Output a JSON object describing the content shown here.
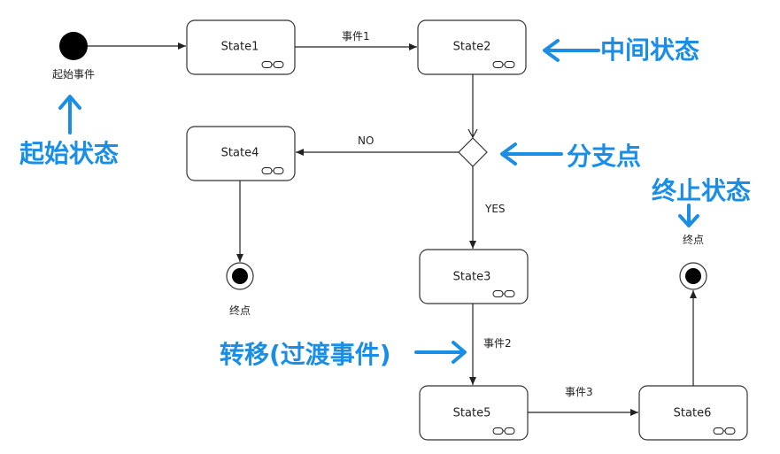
{
  "states": {
    "state1": "State1",
    "state2": "State2",
    "state3": "State3",
    "state4": "State4",
    "state5": "State5",
    "state6": "State6"
  },
  "edges": {
    "event1": "事件1",
    "event2": "事件2",
    "event3": "事件3",
    "no": "NO",
    "yes": "YES"
  },
  "labels": {
    "start_event": "起始事件",
    "end_left": "终点",
    "end_right": "终点"
  },
  "annotations": {
    "start_state": "起始状态",
    "middle_state": "中间状态",
    "branch_point": "分支点",
    "end_state": "终止状态",
    "transition": "转移(过渡事件)"
  },
  "colors": {
    "annotation": "#1a8ee6",
    "line": "#222222"
  }
}
